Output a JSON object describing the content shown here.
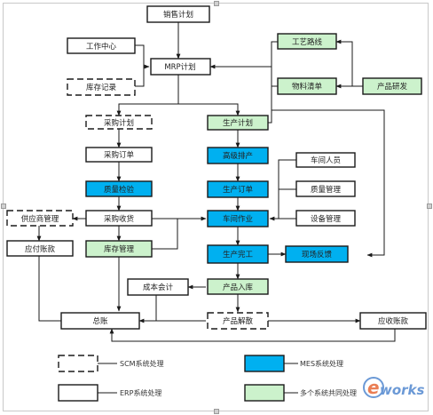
{
  "boxes": {
    "sales_plan": "销售计划",
    "work_center": "工作中心",
    "mrp_plan": "MRP计划",
    "inventory_record": "库存记录",
    "process_route": "工艺路线",
    "bom": "物料清单",
    "product_dev": "产品研发",
    "purchase_plan": "采购计划",
    "production_plan": "生产计划",
    "purchase_order": "采购订单",
    "advanced_scheduling": "高级排产",
    "workshop_staff": "车间人员",
    "quality_check": "质量检验",
    "production_order": "生产订单",
    "quality_mgmt": "质量管理",
    "supplier_mgmt": "供应商管理",
    "purchase_receive": "采购收货",
    "workshop_ops": "车间作业",
    "equipment_mgmt": "设备管理",
    "payables": "应付账款",
    "inventory_mgmt": "库存管理",
    "production_done": "生产完工",
    "onsite_feedback": "现场反馈",
    "cost_accounting": "成本会计",
    "product_stockin": "产品入库",
    "general_ledger": "总账",
    "product_delivery": "产品解散",
    "receivables": "应收账款"
  },
  "legend": {
    "scm": "SCM系统处理",
    "mes": "MES系统处理",
    "erp": "ERP系统处理",
    "multi": "多个系统共同处理"
  },
  "logo": {
    "prefix": "e",
    "suffix": "works"
  },
  "colors": {
    "mes_fill": "#00b0f0",
    "shared_fill": "#ccf2cc",
    "erp_fill": "#ffffff",
    "line": "#1a1a1a",
    "logo_blue": "#3a78c9"
  }
}
